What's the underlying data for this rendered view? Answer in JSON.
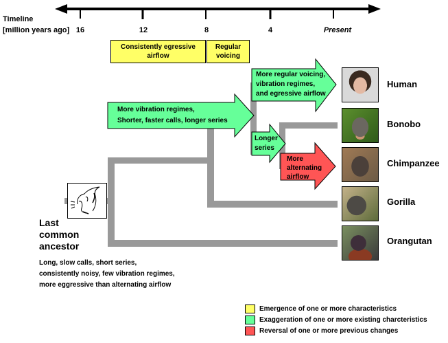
{
  "timeline": {
    "title": "Timeline",
    "unit": "[million years ago]",
    "ticks": [
      "16",
      "12",
      "8",
      "4",
      "Present"
    ]
  },
  "yellow_boxes": [
    {
      "text_line1": "Consistently egressive",
      "text_line2": "airflow"
    },
    {
      "text_line1": "Regular",
      "text_line2": "voicing"
    }
  ],
  "arrows": {
    "main": {
      "line1": "More vibration regimes,",
      "line2": "Shorter, faster calls, longer series"
    },
    "human": {
      "line1": "More regular voicing,",
      "line2": "vibration regimes,",
      "line3": "and egressive airflow"
    },
    "pan": {
      "line1": "Longer",
      "line2": "series"
    },
    "chimp": {
      "line1": "More",
      "line2": "alternating",
      "line3": "airflow"
    }
  },
  "species": [
    "Human",
    "Bonobo",
    "Chimpanzee",
    "Gorilla",
    "Orangutan"
  ],
  "ancestor": {
    "title_line1": "Last",
    "title_line2": "common",
    "title_line3": "ancestor",
    "desc_line1": "Long, slow calls, short series,",
    "desc_line2": "consistently noisy, few vibration regimes,",
    "desc_line3": "more eggressive than alternating airflow"
  },
  "legend": [
    {
      "label": "Emergence of one or more characteristics",
      "color": "#ffff66"
    },
    {
      "label": "Exaggeration of one or more existing charcteristics",
      "color": "#66ff99"
    },
    {
      "label": "Reversal of one or more previous changes",
      "color": "#ff5555"
    }
  ],
  "colors": {
    "yellow": "#ffff66",
    "green": "#66ff99",
    "red": "#ff5555",
    "branch": "#999999"
  }
}
